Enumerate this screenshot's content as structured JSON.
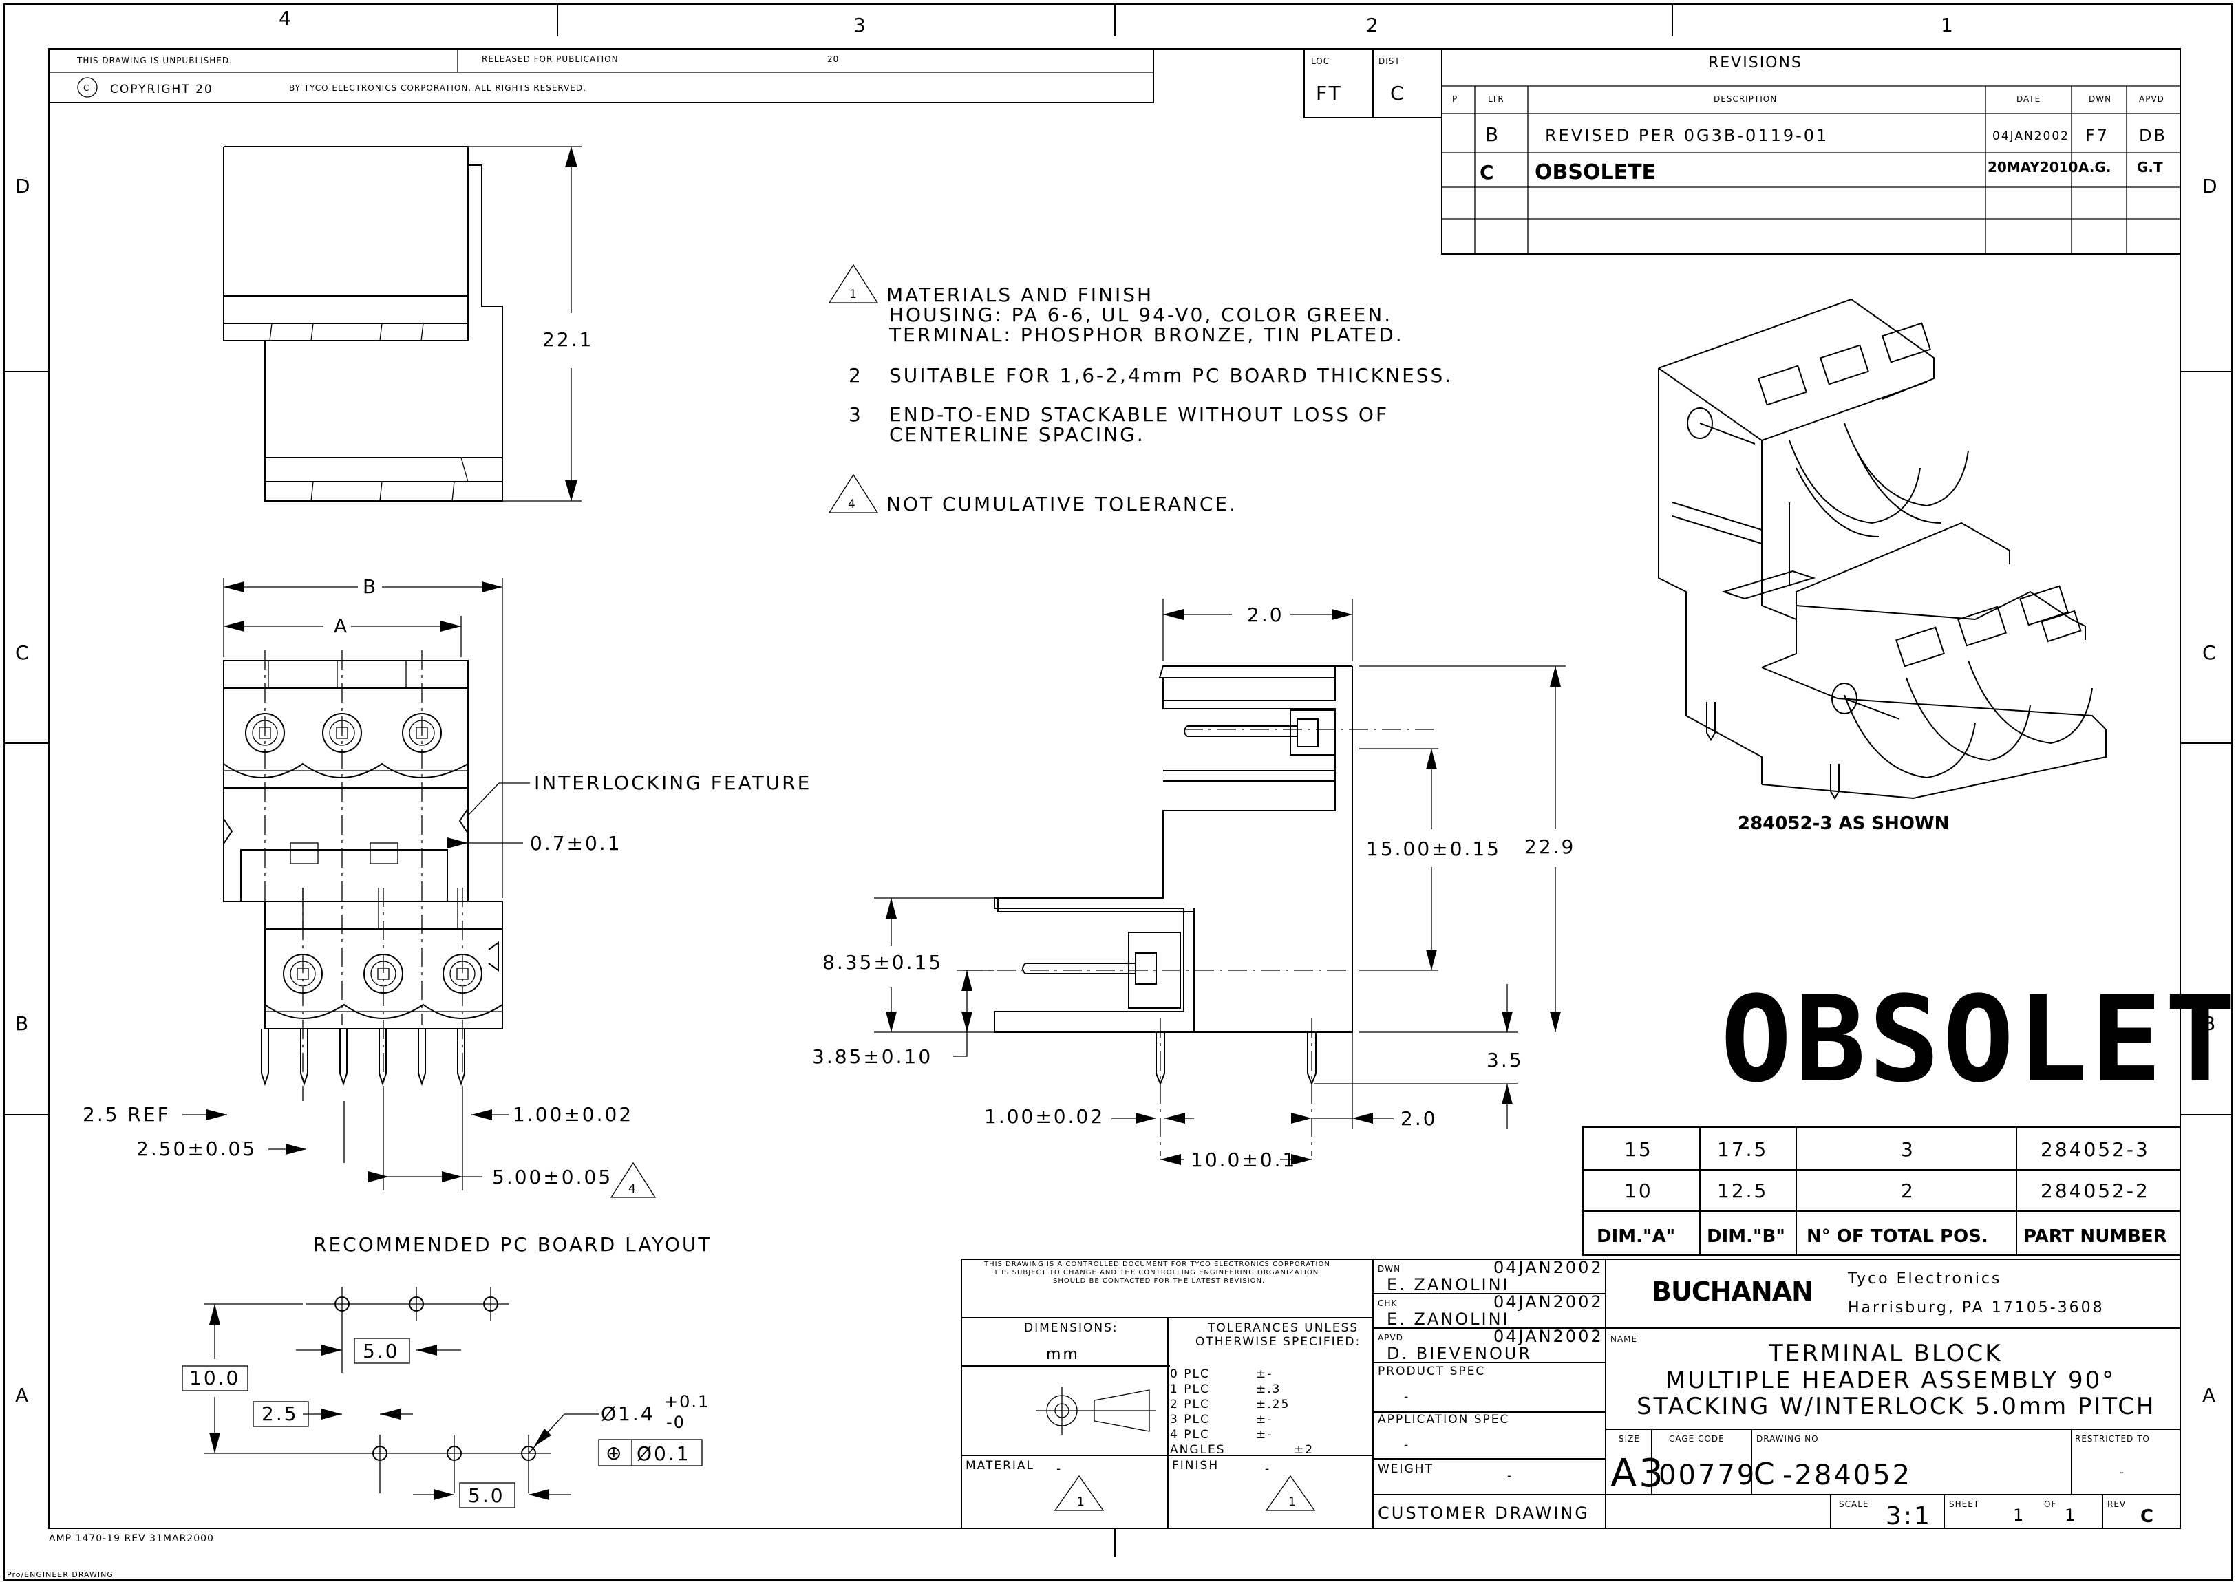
{
  "border": {
    "zones_top": [
      "4",
      "3",
      "2",
      "1"
    ],
    "zones_side": [
      "D",
      "C",
      "B",
      "A"
    ]
  },
  "header": {
    "unpublished": "THIS DRAWING IS UNPUBLISHED.",
    "released": "RELEASED FOR PUBLICATION",
    "released_year": "20",
    "copyright": "COPYRIGHT 20",
    "copyright_symbol": "C",
    "by": "BY TYCO ELECTRONICS CORPORATION. ALL RIGHTS RESERVED."
  },
  "loc_dist": {
    "loc_label": "LOC",
    "loc_value": "FT",
    "dist_label": "DIST",
    "dist_value": "C"
  },
  "revisions": {
    "title": "REVISIONS",
    "headers": {
      "p": "P",
      "ltr": "LTR",
      "desc": "DESCRIPTION",
      "date": "DATE",
      "dwn": "DWN",
      "apvd": "APVD"
    },
    "rows": [
      {
        "ltr": "B",
        "desc": "REVISED PER 0G3B-0119-01",
        "date": "04JAN2002",
        "dwn": "F7",
        "apvd": "DB"
      },
      {
        "ltr": "C",
        "desc": "OBSOLETE",
        "date": "20MAY2010",
        "dwn": "A.G.",
        "apvd": "G.T"
      }
    ]
  },
  "notes": {
    "n1_num": "1",
    "n1_l1": "MATERIALS AND FINISH",
    "n1_l2": "HOUSING: PA 6-6, UL 94-V0, COLOR GREEN.",
    "n1_l3": "TERMINAL: PHOSPHOR BRONZE, TIN PLATED.",
    "n2_num": "2",
    "n2": "SUITABLE FOR 1,6-2,4mm PC BOARD THICKNESS.",
    "n3_num": "3",
    "n3_l1": "END-TO-END STACKABLE WITHOUT LOSS OF",
    "n3_l2": "CENTERLINE SPACING.",
    "n4_num": "4",
    "n4": "NOT CUMULATIVE TOLERANCE."
  },
  "dims": {
    "top_height": "22.1",
    "b": "B",
    "a": "A",
    "interlocking": "INTERLOCKING FEATURE",
    "gap": "0.7±0.1",
    "ref": "2.5 REF",
    "pin_w": "1.00±0.02",
    "offset": "2.50±0.05",
    "pitch": "5.00±0.05",
    "pitch_note": "4",
    "side_w": "2.0",
    "side_h1": "15.00±0.15",
    "side_h2": "22.9",
    "side_h3": "8.35±0.15",
    "side_h4": "3.85±0.10",
    "side_tail": "3.5",
    "side_pin": "1.00±0.02",
    "side_end": "2.0",
    "side_span": "10.0±0.1"
  },
  "iso": {
    "caption": "284052-3 AS SHOWN"
  },
  "stamp": "OBSOLETE",
  "pcb": {
    "title": "RECOMMENDED PC BOARD LAYOUT",
    "d_pitch1": "5.0",
    "d_row": "10.0",
    "d_off": "2.5",
    "d_pitch2": "5.0",
    "hole_dia": "Ø1.4",
    "hole_tol_plus": "+0.1",
    "hole_tol_minus": "-0",
    "pos_tol": "Ø0.1",
    "pos_symbol": "⊕"
  },
  "part_table": {
    "rows": [
      {
        "a": "15",
        "b": "17.5",
        "pos": "3",
        "pn": "284052-3"
      },
      {
        "a": "10",
        "b": "12.5",
        "pos": "2",
        "pn": "284052-2"
      }
    ],
    "headers": {
      "a": "DIM.\"A\"",
      "b": "DIM.\"B\"",
      "pos": "N° OF TOTAL POS.",
      "pn": "PART NUMBER"
    }
  },
  "title_block": {
    "controlled_l1": "THIS DRAWING IS A CONTROLLED DOCUMENT FOR TYCO ELECTRONICS CORPORATION",
    "controlled_l2": "IT IS SUBJECT TO CHANGE AND THE CONTROLLING ENGINEERING ORGANIZATION",
    "controlled_l3": "SHOULD BE CONTACTED FOR THE LATEST REVISION.",
    "dimensions_label": "DIMENSIONS:",
    "dimensions_unit": "mm",
    "tol_l1": "TOLERANCES UNLESS",
    "tol_l2": "OTHERWISE SPECIFIED:",
    "tol_rows": [
      {
        "k": "0 PLC",
        "v": "±-"
      },
      {
        "k": "1 PLC",
        "v": "±.3"
      },
      {
        "k": "2 PLC",
        "v": "±.25"
      },
      {
        "k": "3 PLC",
        "v": "±-"
      },
      {
        "k": "4 PLC",
        "v": "±-"
      },
      {
        "k": "ANGLES",
        "v": "±2"
      }
    ],
    "material_label": "MATERIAL",
    "material_value": "-",
    "finish_label": "FINISH",
    "finish_value": "-",
    "note_num": "1",
    "dwn_label": "DWN",
    "dwn_name": "E. ZANOLINI",
    "dwn_date": "04JAN2002",
    "chk_label": "CHK",
    "chk_name": "E. ZANOLINI",
    "chk_date": "04JAN2002",
    "apvd_label": "APVD",
    "apvd_name": "D. BIEVENOUR",
    "apvd_date": "04JAN2002",
    "product_spec_label": "PRODUCT SPEC",
    "product_spec_value": "-",
    "app_spec_label": "APPLICATION SPEC",
    "app_spec_value": "-",
    "weight_label": "WEIGHT",
    "weight_value": "-",
    "customer_drawing": "CUSTOMER DRAWING",
    "logo": "BUCHANAN",
    "company": "Tyco Electronics",
    "address": "Harrisburg, PA 17105-3608",
    "name_label": "NAME",
    "name_l1": "TERMINAL BLOCK",
    "name_l2": "MULTIPLE HEADER ASSEMBLY 90°",
    "name_l3": "STACKING W/INTERLOCK 5.0mm PITCH",
    "size_label": "SIZE",
    "size_value": "A3",
    "cage_label": "CAGE CODE",
    "cage_value": "00779",
    "dwgno_label": "DRAWING NO",
    "dwgno_prefix": "C",
    "dwgno_value": "-284052",
    "restricted_label": "RESTRICTED TO",
    "restricted_value": "-",
    "scale_label": "SCALE",
    "scale_value": "3:1",
    "sheet_label": "SHEET",
    "sheet_value": "1",
    "of_label": "OF",
    "of_value": "1",
    "rev_label": "REV",
    "rev_value": "C"
  },
  "footer": {
    "form": "AMP 1470-19 REV 31MAR2000",
    "proe": "Pro/ENGINEER DRAWING"
  }
}
